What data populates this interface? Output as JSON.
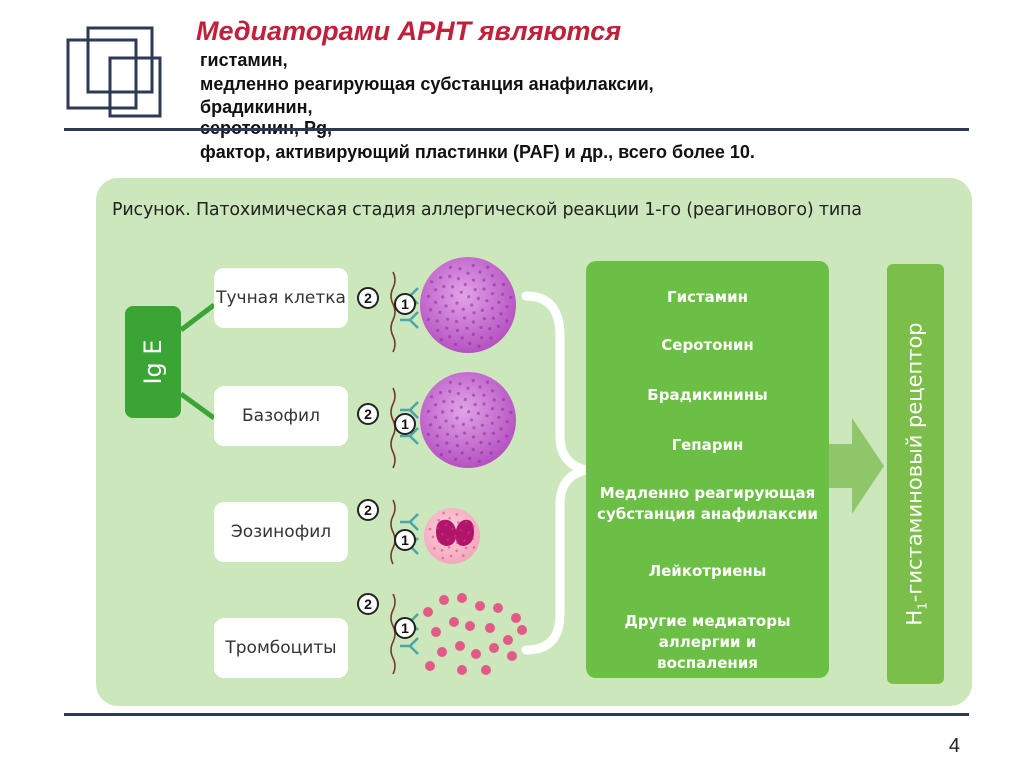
{
  "slide": {
    "title": "Медиаторами АРНТ являются",
    "subtitle_lines": [
      "гистамин,",
      "медленно реагирующая субстанция анафилаксии,",
      "брадикинин,",
      "серотонин, Pg,",
      "фактор, активирующий пластинки (PAF) и др., всего более 10."
    ],
    "page_number": "4"
  },
  "figure": {
    "caption": "Рисунок. Патохимическая стадия аллергической реакции 1-го (реагинового) типа",
    "antibody": "Ig E",
    "cells": [
      {
        "label": "Тучная клетка"
      },
      {
        "label": "Базофил"
      },
      {
        "label": "Эозинофил"
      },
      {
        "label": "Тромбоциты"
      }
    ],
    "step_markers": [
      "2",
      "1"
    ],
    "mediators": [
      "Гистамин",
      "Серотонин",
      "Брадикинины",
      "Гепарин",
      "Медленно реагирующая субстанция анафилаксии",
      "Лейкотриены",
      "Другие медиаторы аллергии и воспаления"
    ],
    "receptor_prefix": "Н",
    "receptor_sub": "1",
    "receptor_suffix": "-гистаминовый рецептор",
    "colors": {
      "title": "#c0203a",
      "panel": "#cde7bd",
      "dark_green": "#3aa435",
      "mediator_green": "#6cbf45",
      "cell_purple": "#b85fc4"
    }
  }
}
